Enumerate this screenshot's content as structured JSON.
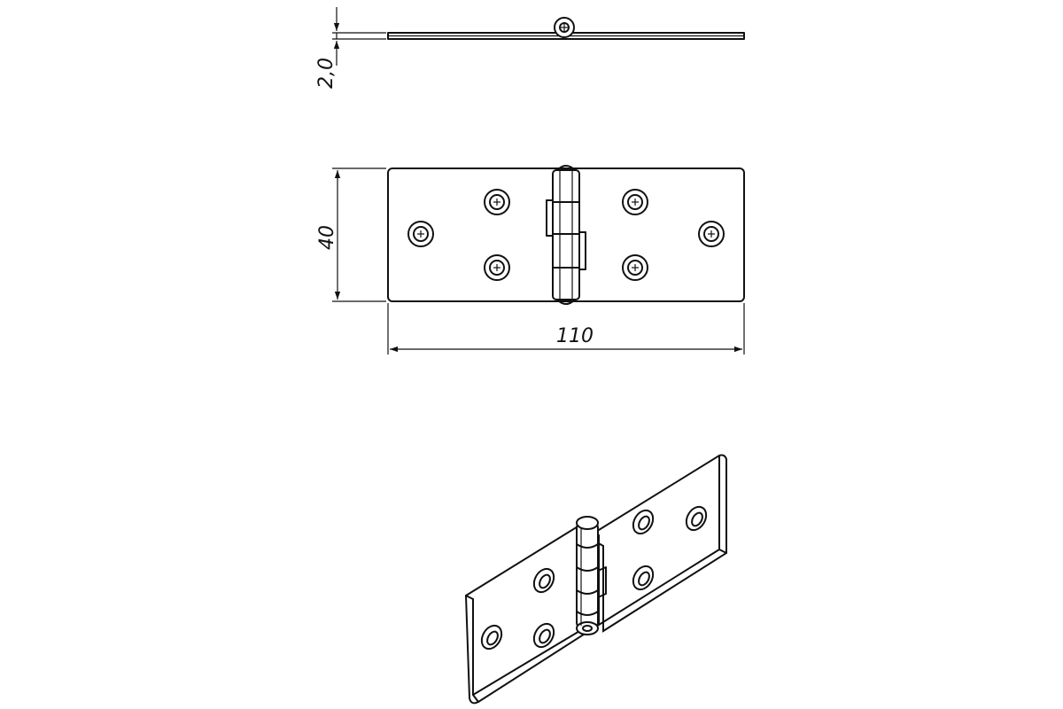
{
  "drawing": {
    "title": "",
    "dimensions": {
      "thickness": "2,0",
      "height": "40",
      "length": "110"
    },
    "views": [
      "top-view",
      "front-view",
      "isometric-view"
    ],
    "line_color": "#111111",
    "background_color": "#ffffff"
  }
}
